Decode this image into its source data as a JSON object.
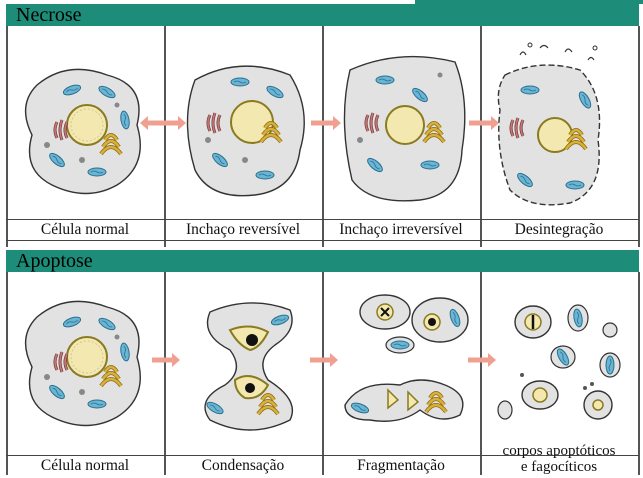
{
  "sections": {
    "necrose": {
      "title": "Necrose",
      "captions": [
        "Célula normal",
        "Inchaço reversível",
        "Inchaço irreversível",
        "Desintegração"
      ]
    },
    "apoptose": {
      "title": "Apoptose",
      "captions": [
        "Célula normal",
        "Condensação",
        "Fragmentação"
      ],
      "last_caption_line1": "corpos apoptóticos",
      "last_caption_line2": "e fagocíticos"
    }
  },
  "colors": {
    "section_bar": "#1d8c78",
    "cell_fill": "#e2e2e2",
    "nucleus": "#f3e8b0",
    "mitochondria": "#6ab5d4",
    "golgi": "#d8b03a",
    "er": "#a85a5a",
    "arrow": "#f0a090"
  }
}
